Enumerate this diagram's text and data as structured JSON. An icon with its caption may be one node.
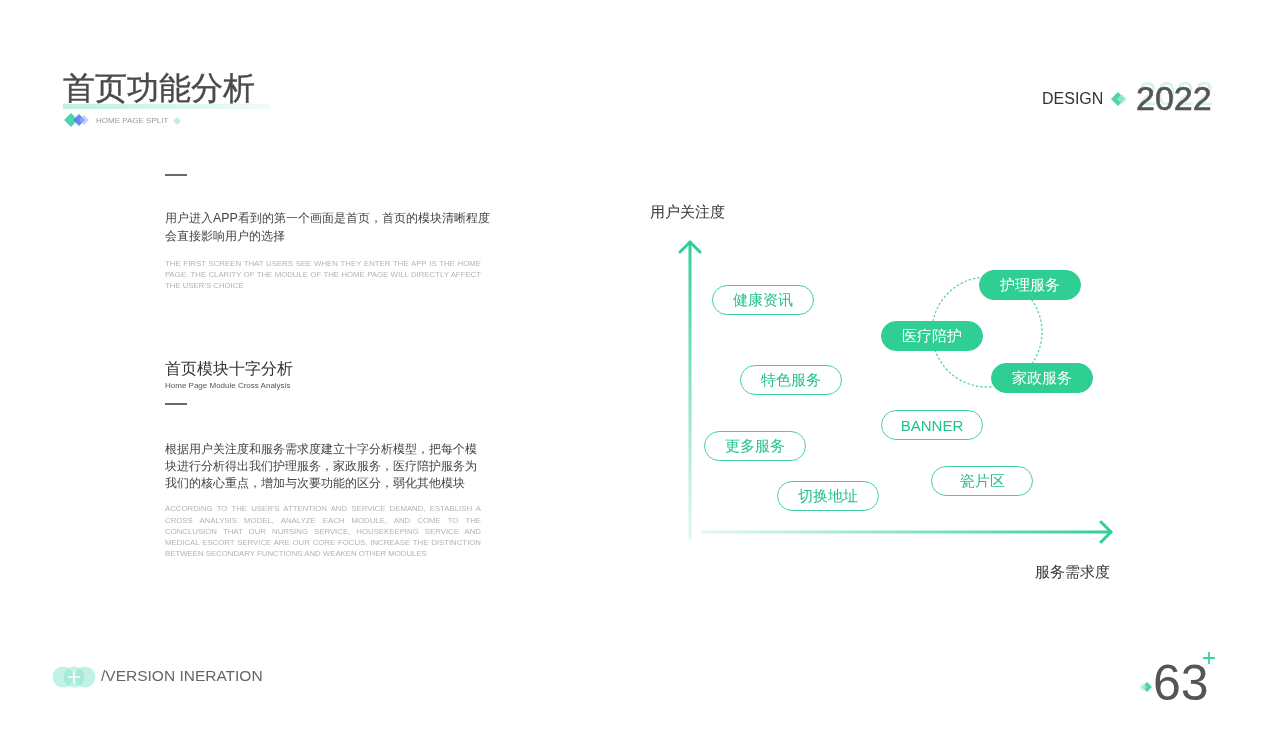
{
  "diagram": {
    "title": "首页功能分析",
    "nodes": [
      {
        "text": [
          "护理服务"
        ]
      },
      {
        "text": [
          "健康资讯"
        ]
      },
      {
        "text": [
          "医疗陪护"
        ]
      },
      {
        "text": [
          "家政服务"
        ]
      },
      {
        "text": [
          "特色服务"
        ]
      },
      {
        "text": [
          "BANNER"
        ]
      },
      {
        "text": [
          "更多服务"
        ]
      },
      {
        "text": [
          "瓷片区"
        ]
      },
      {
        "text": [
          "切换地址"
        ]
      }
    ],
    "edges": [
      {
        "from": 2,
        "to": 0,
        "arrow": "none",
        "style": "dashed"
      },
      {
        "from": 0,
        "to": 3,
        "arrow": "none",
        "style": "dashed"
      },
      {
        "from": 3,
        "to": 2,
        "arrow": "none",
        "style": "dashed"
      }
    ],
    "labels": [
      "HOME PAGE SPLIT",
      "DESIGN",
      "2022",
      "用户进入APP看到的第一个画面是首页，首页的模块清晰程度会直接影响用户的选择",
      "THE FIRST SCREEN THAT USERS SEE WHEN THEY ENTER THE APP IS THE HOME PAGE. THE CLARITY OF THE MODULE OF THE HOME PAGE WILL DIRECTLY AFFECT THE USER'S CHOICE",
      "首页模块十字分析",
      "Home Page Module Cross Analysis",
      "根据用户关注度和服务需求度建立十字分析模型，把每个模块进行分析得出我们护理服务，家政服务，医疗陪护服务为我们的核心重点，增加与次要功能的区分，弱化其他模块",
      "ACCORDING TO THE USER'S ATTENTION AND SERVICE DEMAND, ESTABLISH A CROSS ANALYSIS MODEL, ANALYZE EACH MODULE, AND COME TO THE CONCLUSION THAT OUR NURSING SERVICE, HOUSEKEEPING SERVICE AND MEDICAL ESCORT SERVICE ARE OUR CORE FOCUS, INCREASE THE DISTINCTION BETWEEN SECONDARY FUNCTIONS AND WEAKEN OTHER MODULES",
      "用户关注度",
      "服务需求度",
      "/VERSION INERATION",
      "63"
    ]
  }
}
